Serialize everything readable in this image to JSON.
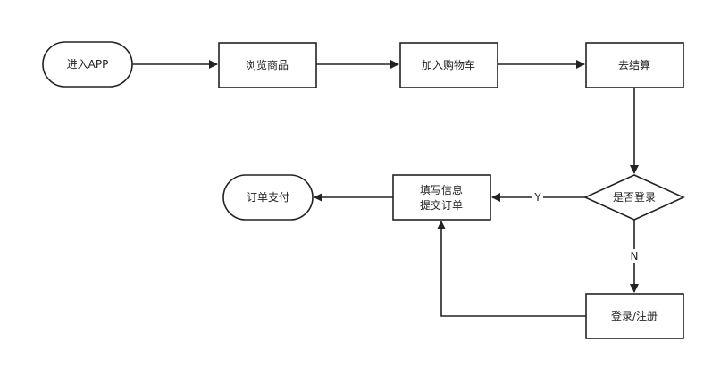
{
  "nodes": {
    "enter_app": "进入APP",
    "browse": "浏览商品",
    "add_cart": "加入购物车",
    "checkout": "去结算",
    "is_logged_in": "是否登录",
    "fill_info_line1": "填写信息",
    "fill_info_line2": "提交订单",
    "pay": "订单支付",
    "login_register": "登录/注册"
  },
  "edges": {
    "yes_label": "Y",
    "no_label": "N"
  },
  "colors": {
    "stroke": "#222222",
    "background": "#ffffff"
  }
}
